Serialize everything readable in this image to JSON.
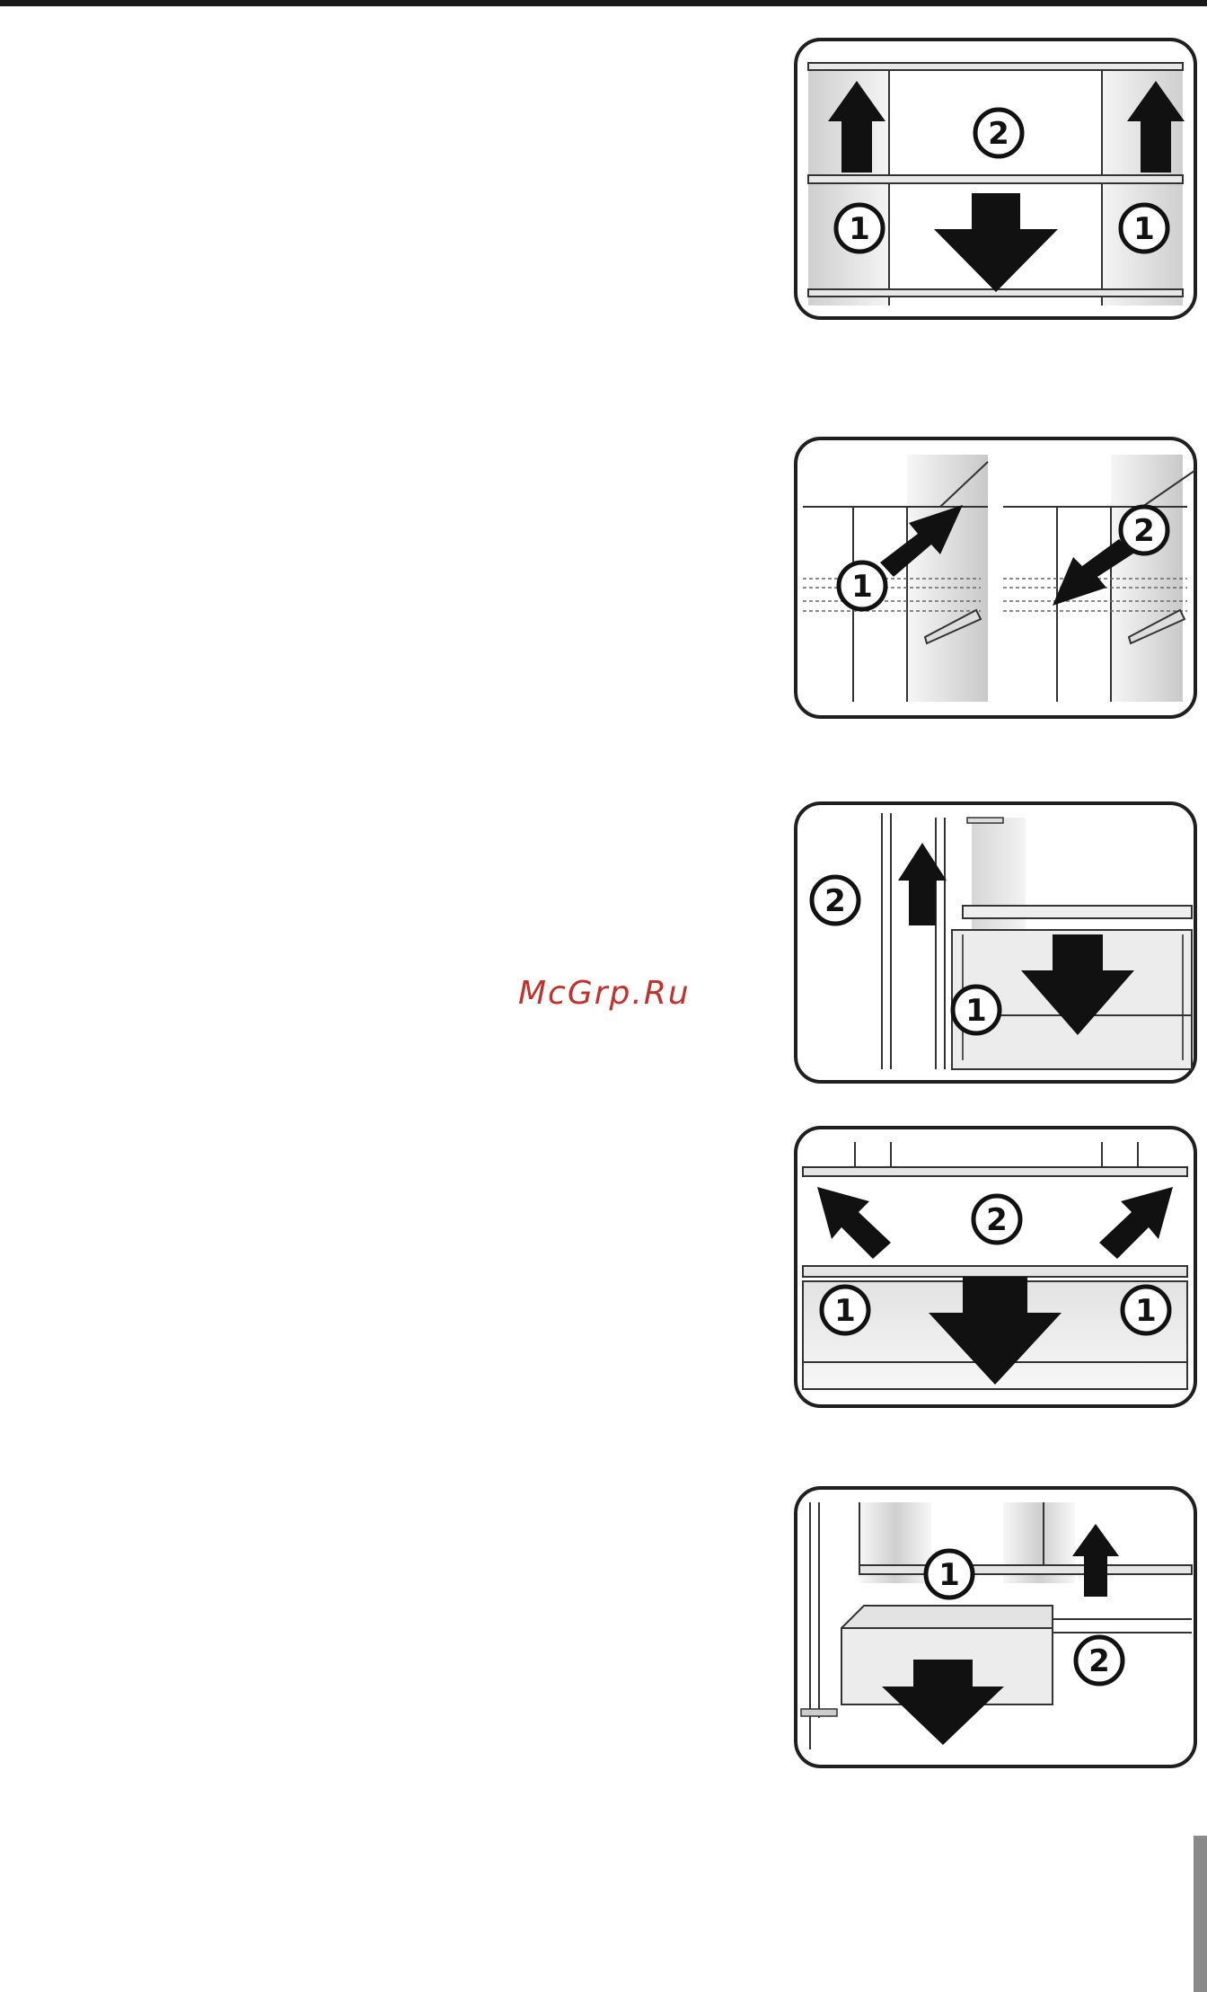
{
  "watermark": "McGrp.Ru",
  "colors": {
    "frame": "#1f1f1f",
    "arrow": "#111111",
    "watermark": "#c4302b",
    "side_tab": "#8a8a8a"
  },
  "figures": [
    {
      "step_labels": [
        "1",
        "2",
        "1"
      ]
    },
    {
      "step_labels": [
        "1",
        "2"
      ]
    },
    {
      "step_labels": [
        "2",
        "1"
      ]
    },
    {
      "step_labels": [
        "1",
        "2",
        "1"
      ]
    },
    {
      "step_labels": [
        "1",
        "2"
      ]
    }
  ]
}
